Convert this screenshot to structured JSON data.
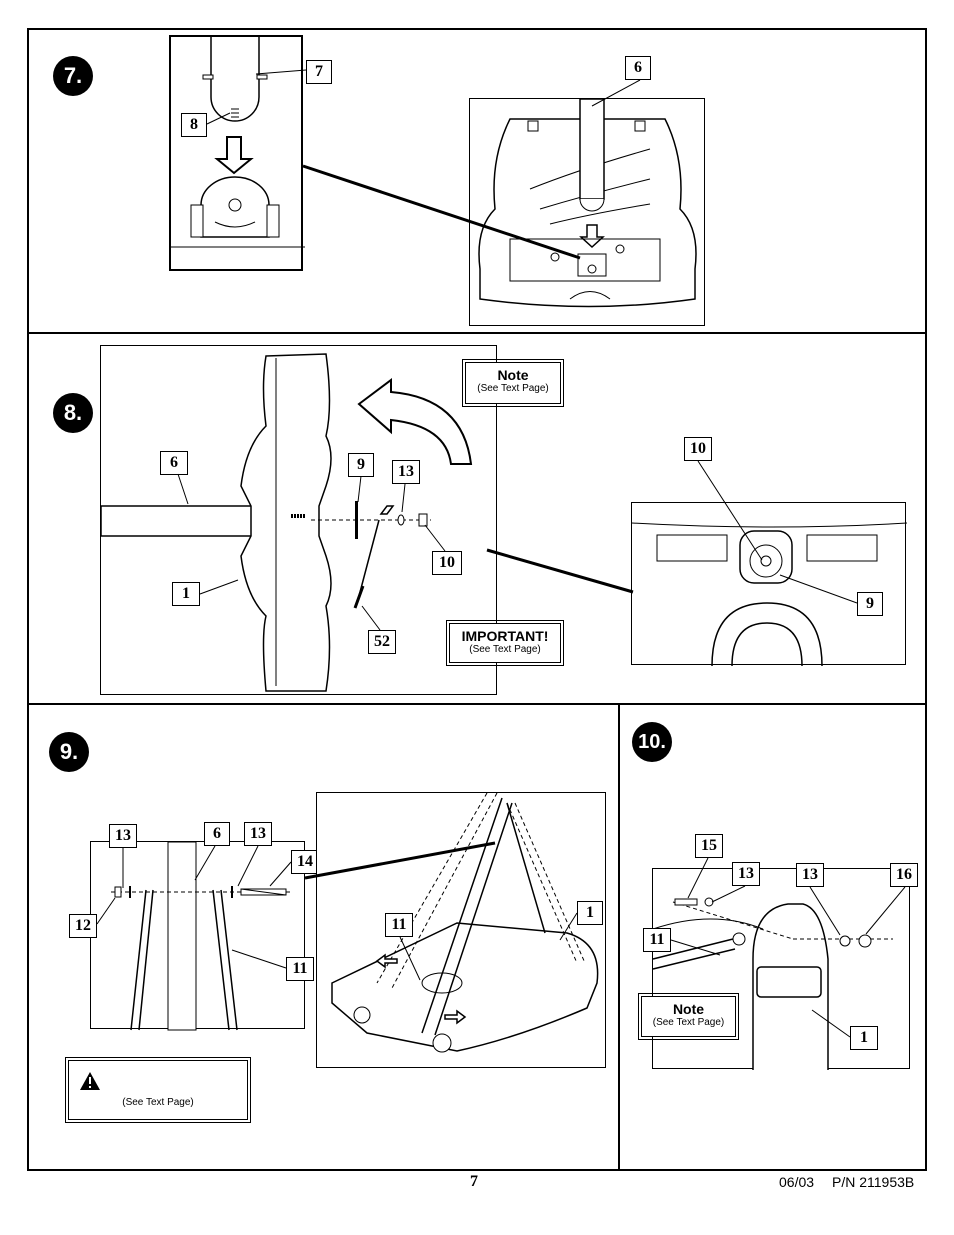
{
  "steps": {
    "s7": "7.",
    "s8": "8.",
    "s9": "9.",
    "s10": "10."
  },
  "callouts": {
    "c7_7": "7",
    "c7_8": "8",
    "c7_6": "6",
    "c8_6": "6",
    "c8_9": "9",
    "c8_13": "13",
    "c8_10": "10",
    "c8_1": "1",
    "c8_52": "52",
    "c8_10b": "10",
    "c8_9b": "9",
    "c9_13a": "13",
    "c9_6": "6",
    "c9_13b": "13",
    "c9_14": "14",
    "c9_12": "12",
    "c9_11a": "11",
    "c9_11b": "11",
    "c9_1": "1",
    "c10_15": "15",
    "c10_13a": "13",
    "c10_13b": "13",
    "c10_16": "16",
    "c10_11": "11",
    "c10_1": "1"
  },
  "notes": {
    "note8_title": "Note",
    "note8_sub": "(See Text Page)",
    "important_title": "IMPORTANT!",
    "important_sub": "(See Text Page)",
    "warning_sub": "(See Text Page)",
    "note10_title": "Note",
    "note10_sub": "(See Text Page)"
  },
  "footer": {
    "page_number": "7",
    "date_part": "06/03",
    "part_number": "P/N 211953B"
  }
}
